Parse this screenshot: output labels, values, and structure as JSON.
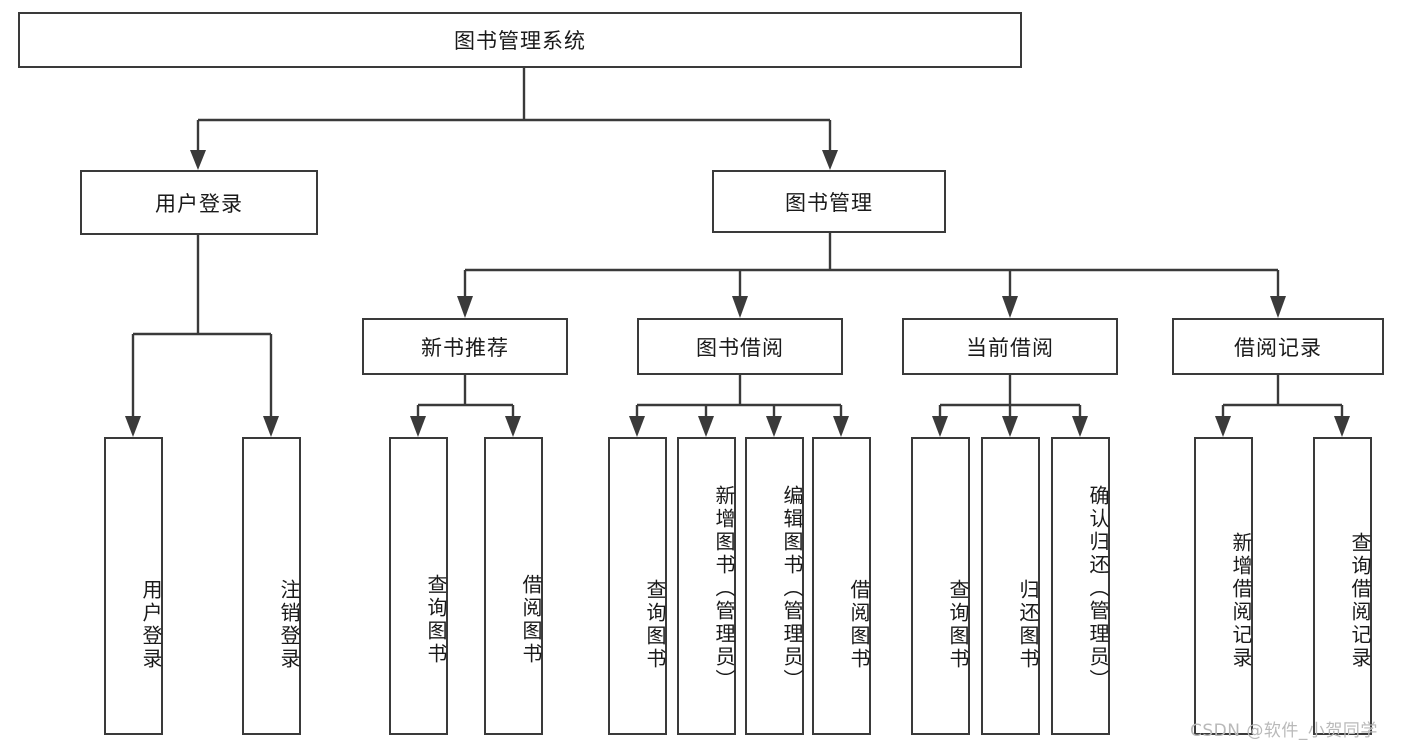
{
  "diagram": {
    "type": "tree",
    "title": "图书管理系统",
    "orientation": "top-down",
    "watermark": "CSDN @软件_小贺同学",
    "nodes": {
      "root": {
        "label": "图书管理系统",
        "level": 0
      },
      "user_login": {
        "label": "用户登录",
        "level": 1
      },
      "book_manage": {
        "label": "图书管理",
        "level": 1
      },
      "new_book_rec": {
        "label": "新书推荐",
        "level": 2
      },
      "book_borrow": {
        "label": "图书借阅",
        "level": 2
      },
      "current_borrow": {
        "label": "当前借阅",
        "level": 2
      },
      "borrow_record": {
        "label": "借阅记录",
        "level": 2
      },
      "leaf_user_login": {
        "label": "用户登录",
        "level": 3
      },
      "leaf_logout": {
        "label": "注销登录",
        "level": 3
      },
      "leaf_query_book_1": {
        "label": "查询图书",
        "level": 3
      },
      "leaf_borrow_book_1": {
        "label": "借阅图书",
        "level": 3
      },
      "leaf_query_book_2": {
        "label": "查询图书",
        "level": 3
      },
      "leaf_add_book": {
        "label": "新增图书（管理员）",
        "level": 3
      },
      "leaf_edit_book": {
        "label": "编辑图书（管理员）",
        "level": 3
      },
      "leaf_borrow_book_2": {
        "label": "借阅图书",
        "level": 3
      },
      "leaf_query_book_3": {
        "label": "查询图书",
        "level": 3
      },
      "leaf_return_book": {
        "label": "归还图书",
        "level": 3
      },
      "leaf_confirm_return": {
        "label": "确认归还（管理员）",
        "level": 3
      },
      "leaf_add_record": {
        "label": "新增借阅记录",
        "level": 3
      },
      "leaf_query_record": {
        "label": "查询借阅记录",
        "level": 3
      }
    },
    "edges": [
      {
        "from": "root",
        "to": "user_login"
      },
      {
        "from": "root",
        "to": "book_manage"
      },
      {
        "from": "user_login",
        "to": "leaf_user_login"
      },
      {
        "from": "user_login",
        "to": "leaf_logout"
      },
      {
        "from": "book_manage",
        "to": "new_book_rec"
      },
      {
        "from": "book_manage",
        "to": "book_borrow"
      },
      {
        "from": "book_manage",
        "to": "current_borrow"
      },
      {
        "from": "book_manage",
        "to": "borrow_record"
      },
      {
        "from": "new_book_rec",
        "to": "leaf_query_book_1"
      },
      {
        "from": "new_book_rec",
        "to": "leaf_borrow_book_1"
      },
      {
        "from": "book_borrow",
        "to": "leaf_query_book_2"
      },
      {
        "from": "book_borrow",
        "to": "leaf_add_book"
      },
      {
        "from": "book_borrow",
        "to": "leaf_edit_book"
      },
      {
        "from": "book_borrow",
        "to": "leaf_borrow_book_2"
      },
      {
        "from": "current_borrow",
        "to": "leaf_query_book_3"
      },
      {
        "from": "current_borrow",
        "to": "leaf_return_book"
      },
      {
        "from": "current_borrow",
        "to": "leaf_confirm_return"
      },
      {
        "from": "borrow_record",
        "to": "leaf_add_record"
      },
      {
        "from": "borrow_record",
        "to": "leaf_query_record"
      }
    ],
    "colors": {
      "stroke": "#3a3a3a",
      "fill": "#ffffff",
      "text": "#1a1a1a",
      "watermark": "#b9b9b9"
    }
  }
}
